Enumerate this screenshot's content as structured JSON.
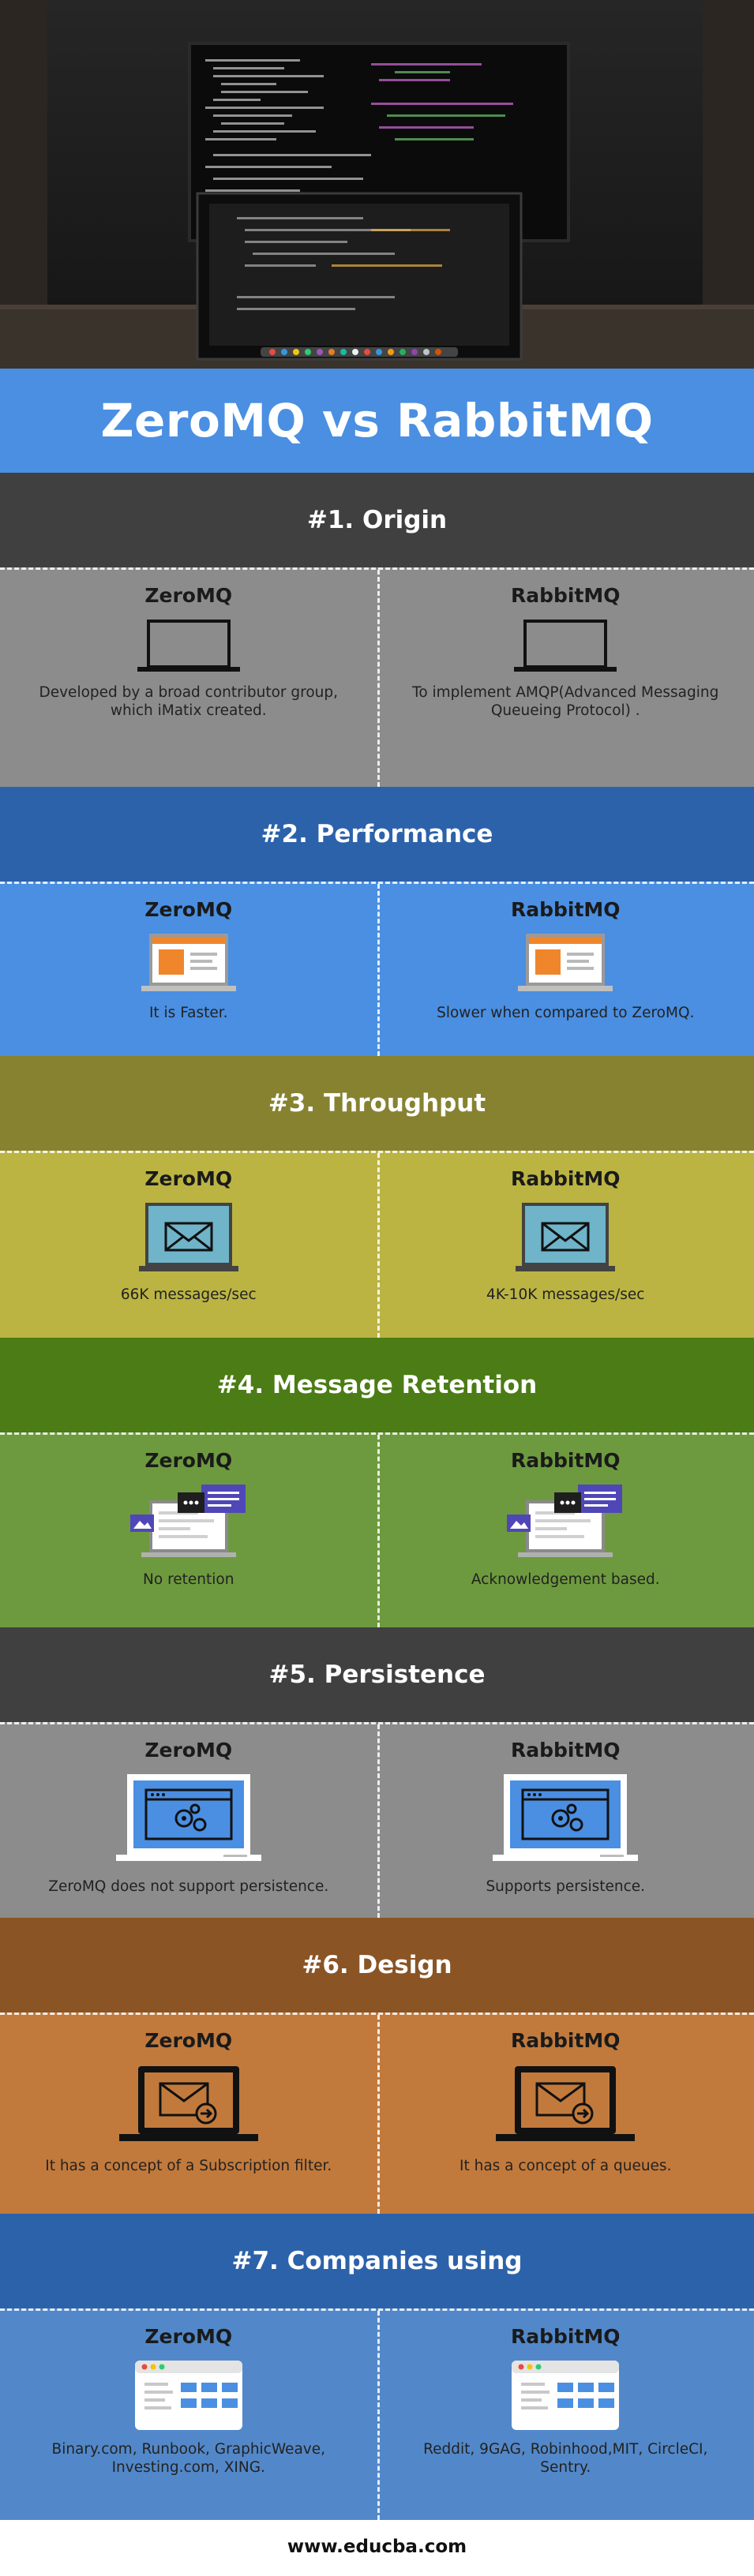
{
  "title": "ZeroMQ vs RabbitMQ",
  "footer": "www.educba.com",
  "sections": [
    {
      "heading": "#1. Origin",
      "colors": {
        "head": "#404040",
        "body": "#8c8c8c"
      },
      "icon": "laptop-outline-icon",
      "left": {
        "name": "ZeroMQ",
        "text": "Developed by a broad contributor group, which iMatix created."
      },
      "right": {
        "name": "RabbitMQ",
        "text": "To implement AMQP(Advanced Messaging Queueing Protocol) ."
      }
    },
    {
      "heading": "#2. Performance",
      "colors": {
        "head": "#2c62aa",
        "body": "#4a8fe2"
      },
      "icon": "laptop-browser-icon",
      "left": {
        "name": "ZeroMQ",
        "text": "It is Faster."
      },
      "right": {
        "name": "RabbitMQ",
        "text": "Slower when compared to ZeroMQ."
      }
    },
    {
      "heading": "#3. Throughput",
      "colors": {
        "head": "#878230",
        "body": "#bbb443"
      },
      "icon": "laptop-mail-icon",
      "left": {
        "name": "ZeroMQ",
        "text": "66K messages/sec"
      },
      "right": {
        "name": "RabbitMQ",
        "text": "4K-10K messages/sec"
      }
    },
    {
      "heading": "#4. Message Retention",
      "colors": {
        "head": "#4b7c15",
        "body": "#6d9a3e"
      },
      "icon": "laptop-chat-icon",
      "left": {
        "name": "ZeroMQ",
        "text": "No retention"
      },
      "right": {
        "name": "RabbitMQ",
        "text": "Acknowledgement based."
      }
    },
    {
      "heading": "#5. Persistence",
      "colors": {
        "head": "#404040",
        "body": "#8c8c8c"
      },
      "icon": "laptop-settings-icon",
      "left": {
        "name": "ZeroMQ",
        "text": "ZeroMQ does not support persistence."
      },
      "right": {
        "name": "RabbitMQ",
        "text": "Supports persistence."
      }
    },
    {
      "heading": "#6. Design",
      "colors": {
        "head": "#8a5425",
        "body": "#c17a3c"
      },
      "icon": "laptop-envelope-icon",
      "left": {
        "name": "ZeroMQ",
        "text": "It has a concept of a Subscription filter."
      },
      "right": {
        "name": "RabbitMQ",
        "text": "It has a concept of a queues."
      }
    },
    {
      "heading": "#7. Companies using",
      "colors": {
        "head": "#2c62aa",
        "body": "#5288c9"
      },
      "icon": "browser-window-icon",
      "left": {
        "name": "ZeroMQ",
        "text": "Binary.com, Runbook, GraphicWeave, Investing.com, XING."
      },
      "right": {
        "name": "RabbitMQ",
        "text": "Reddit, 9GAG, Robinhood,MIT, CircleCI, Sentry."
      }
    }
  ]
}
